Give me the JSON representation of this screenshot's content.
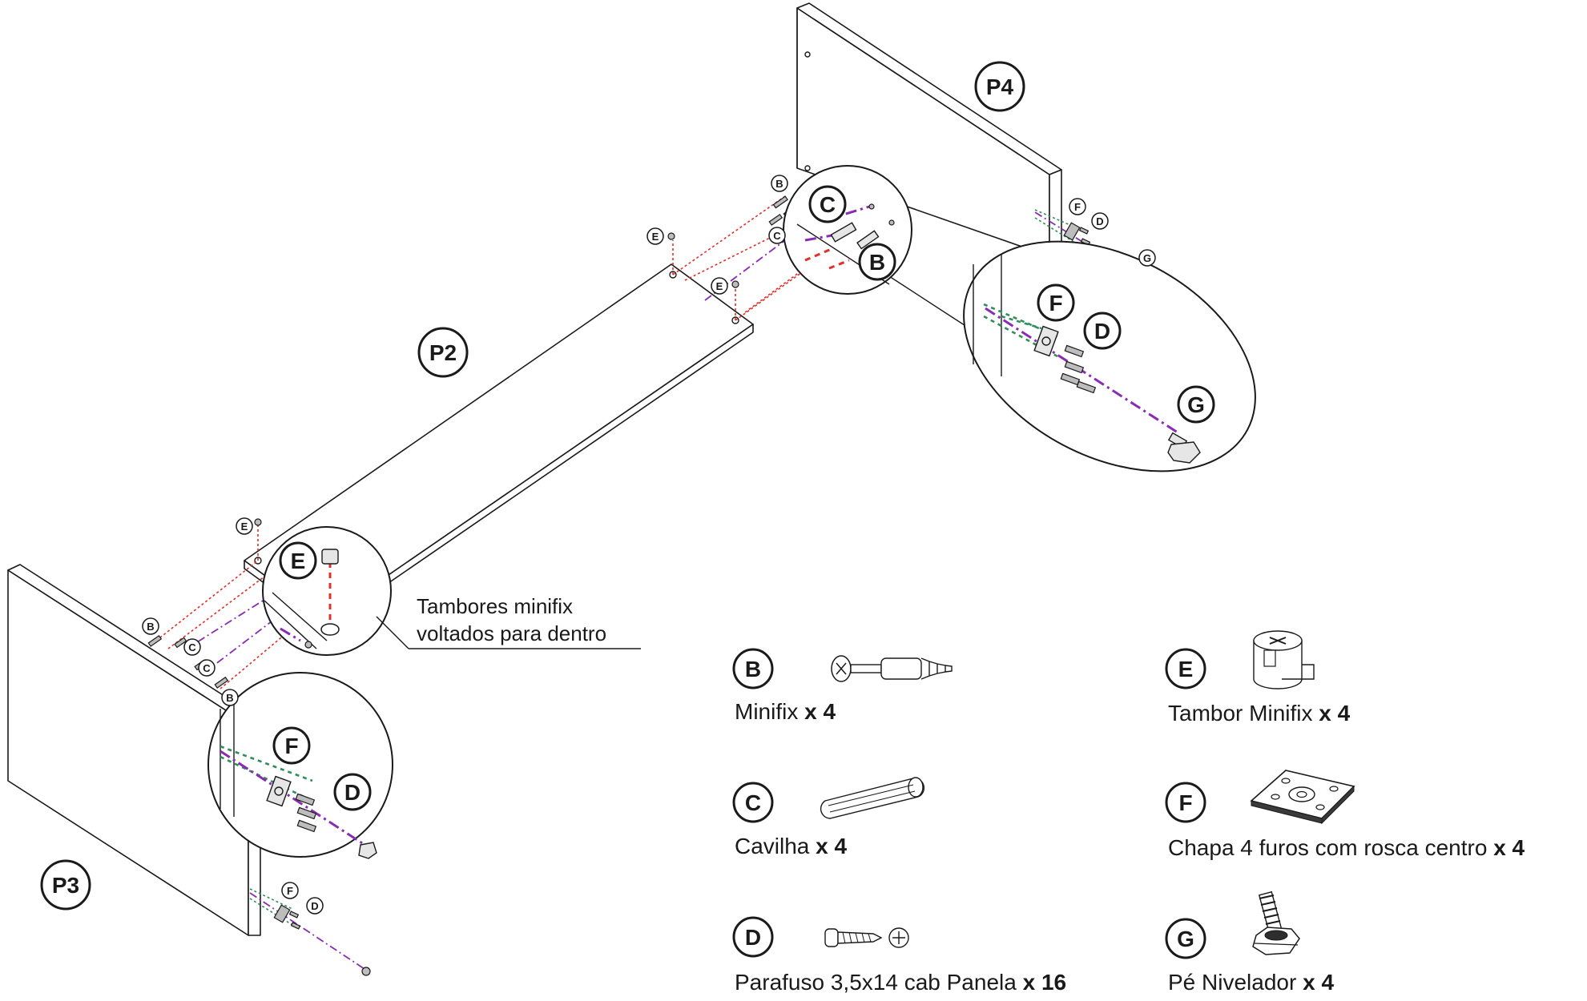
{
  "panels": {
    "p2": "P2",
    "p3": "P3",
    "p4": "P4"
  },
  "callout": {
    "line1": "Tambores minifix",
    "line2": "voltados para dentro"
  },
  "letters": {
    "b": "B",
    "c": "C",
    "d": "D",
    "e": "E",
    "f": "F",
    "g": "G"
  },
  "parts": [
    {
      "letter": "B",
      "name": "Minifix",
      "qty": "x 4"
    },
    {
      "letter": "C",
      "name": "Cavilha",
      "qty": "x 4"
    },
    {
      "letter": "D",
      "name": "Parafuso 3,5x14 cab Panela",
      "qty": "x 16"
    },
    {
      "letter": "E",
      "name": "Tambor Minifix",
      "qty": "x 4"
    },
    {
      "letter": "F",
      "name": "Chapa 4 furos com rosca centro",
      "qty": "x 4"
    },
    {
      "letter": "G",
      "name": "Pé Nivelador",
      "qty": "x 4"
    }
  ],
  "colors": {
    "minifix_line": "#e0302a",
    "dowel_line": "#8a2bb5",
    "screw_line": "#2f8f5b",
    "ink": "#1a1a1a"
  }
}
